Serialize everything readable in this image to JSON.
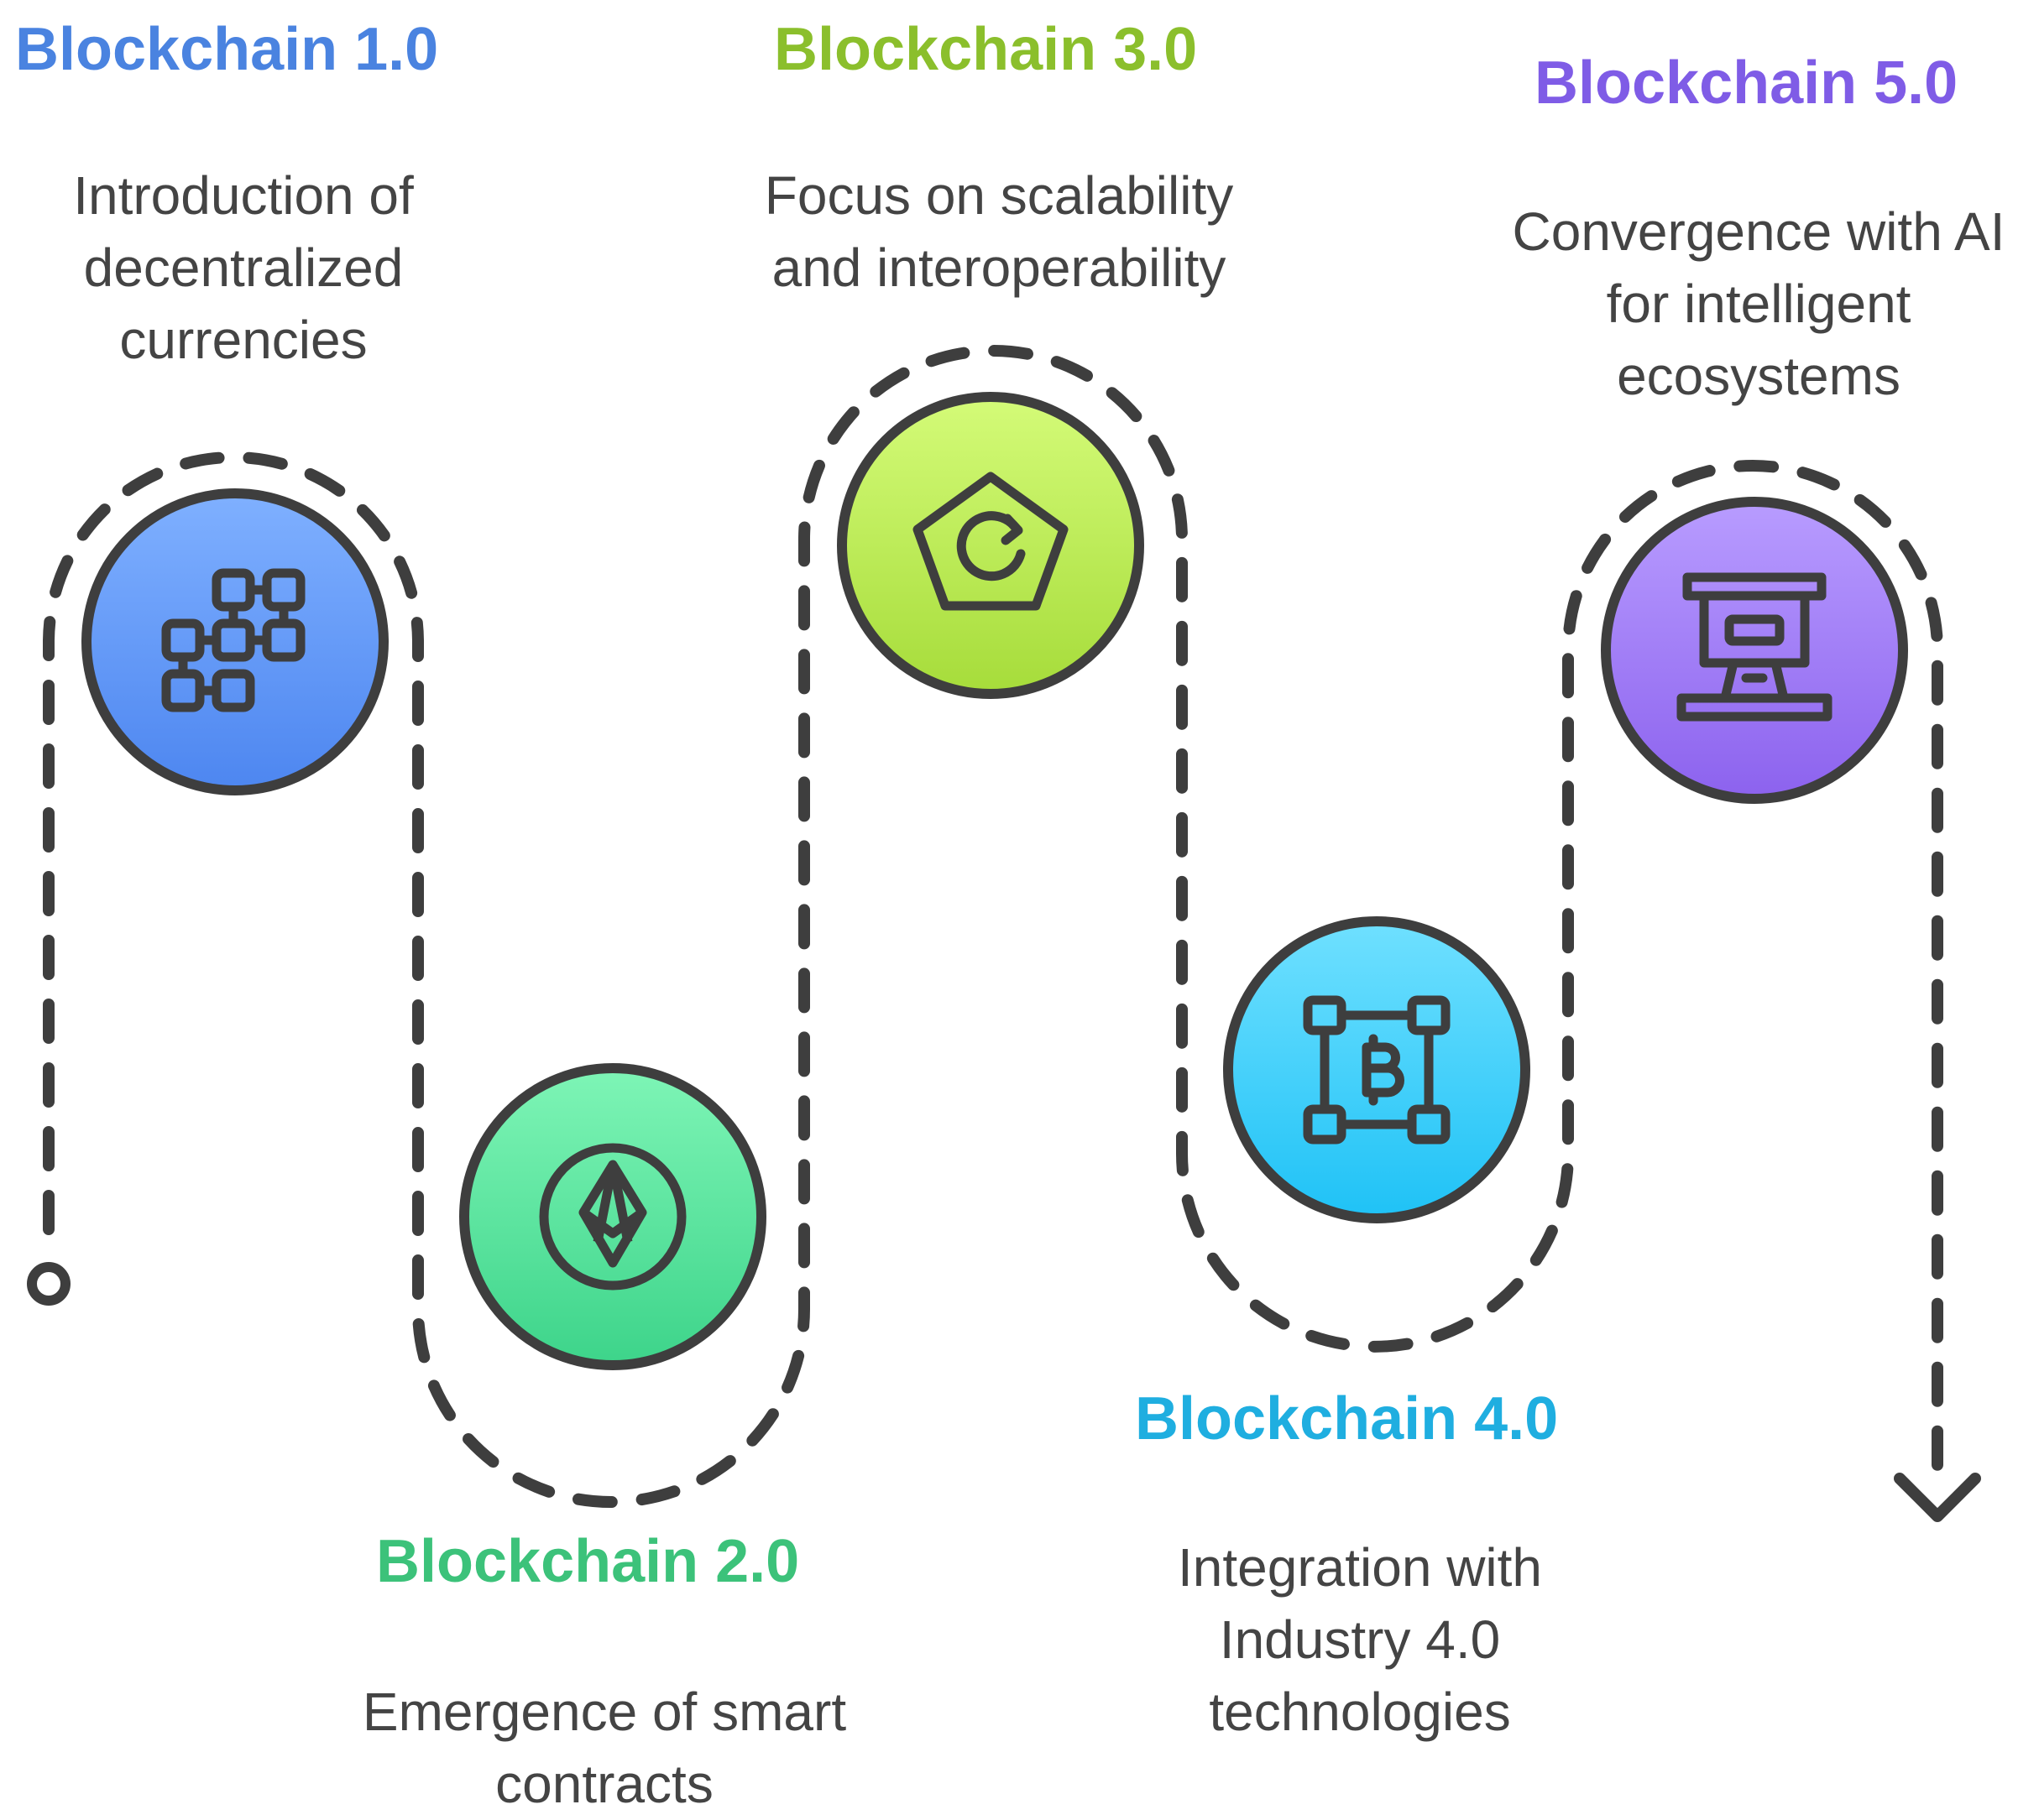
{
  "stages": [
    {
      "title": "Blockchain 1.0",
      "color": "#4a83e0",
      "description_lines": [
        "Introduction of",
        "decentralized",
        "currencies"
      ],
      "icon": "blockchain-grid-icon",
      "gradient": [
        "#7fb0ff",
        "#4d86f0"
      ]
    },
    {
      "title": "Blockchain 2.0",
      "color": "#3cc27a",
      "description_lines": [
        "Emergence of smart",
        "contracts"
      ],
      "icon": "eos-crystal-icon",
      "gradient": [
        "#7ef5b6",
        "#3dd48a"
      ]
    },
    {
      "title": "Blockchain 3.0",
      "color": "#8bbf2c",
      "description_lines": [
        "Focus on scalability",
        "and interoperability"
      ],
      "icon": "pentagon-refresh-icon",
      "gradient": [
        "#d4fb78",
        "#a6dc3a"
      ]
    },
    {
      "title": "Blockchain 4.0",
      "color": "#1faee0",
      "description_lines": [
        "Integration with",
        "Industry 4.0",
        "technologies"
      ],
      "icon": "bitcoin-network-icon",
      "gradient": [
        "#6fe0ff",
        "#1fc2f6"
      ]
    },
    {
      "title": "Blockchain 5.0",
      "color": "#7f5ce6",
      "description_lines": [
        "Convergence with AI",
        "for intelligent",
        "ecosystems"
      ],
      "icon": "server-terminal-icon",
      "gradient": [
        "#b89cff",
        "#8c62ee"
      ]
    }
  ],
  "path_color": "#3e3e3e"
}
